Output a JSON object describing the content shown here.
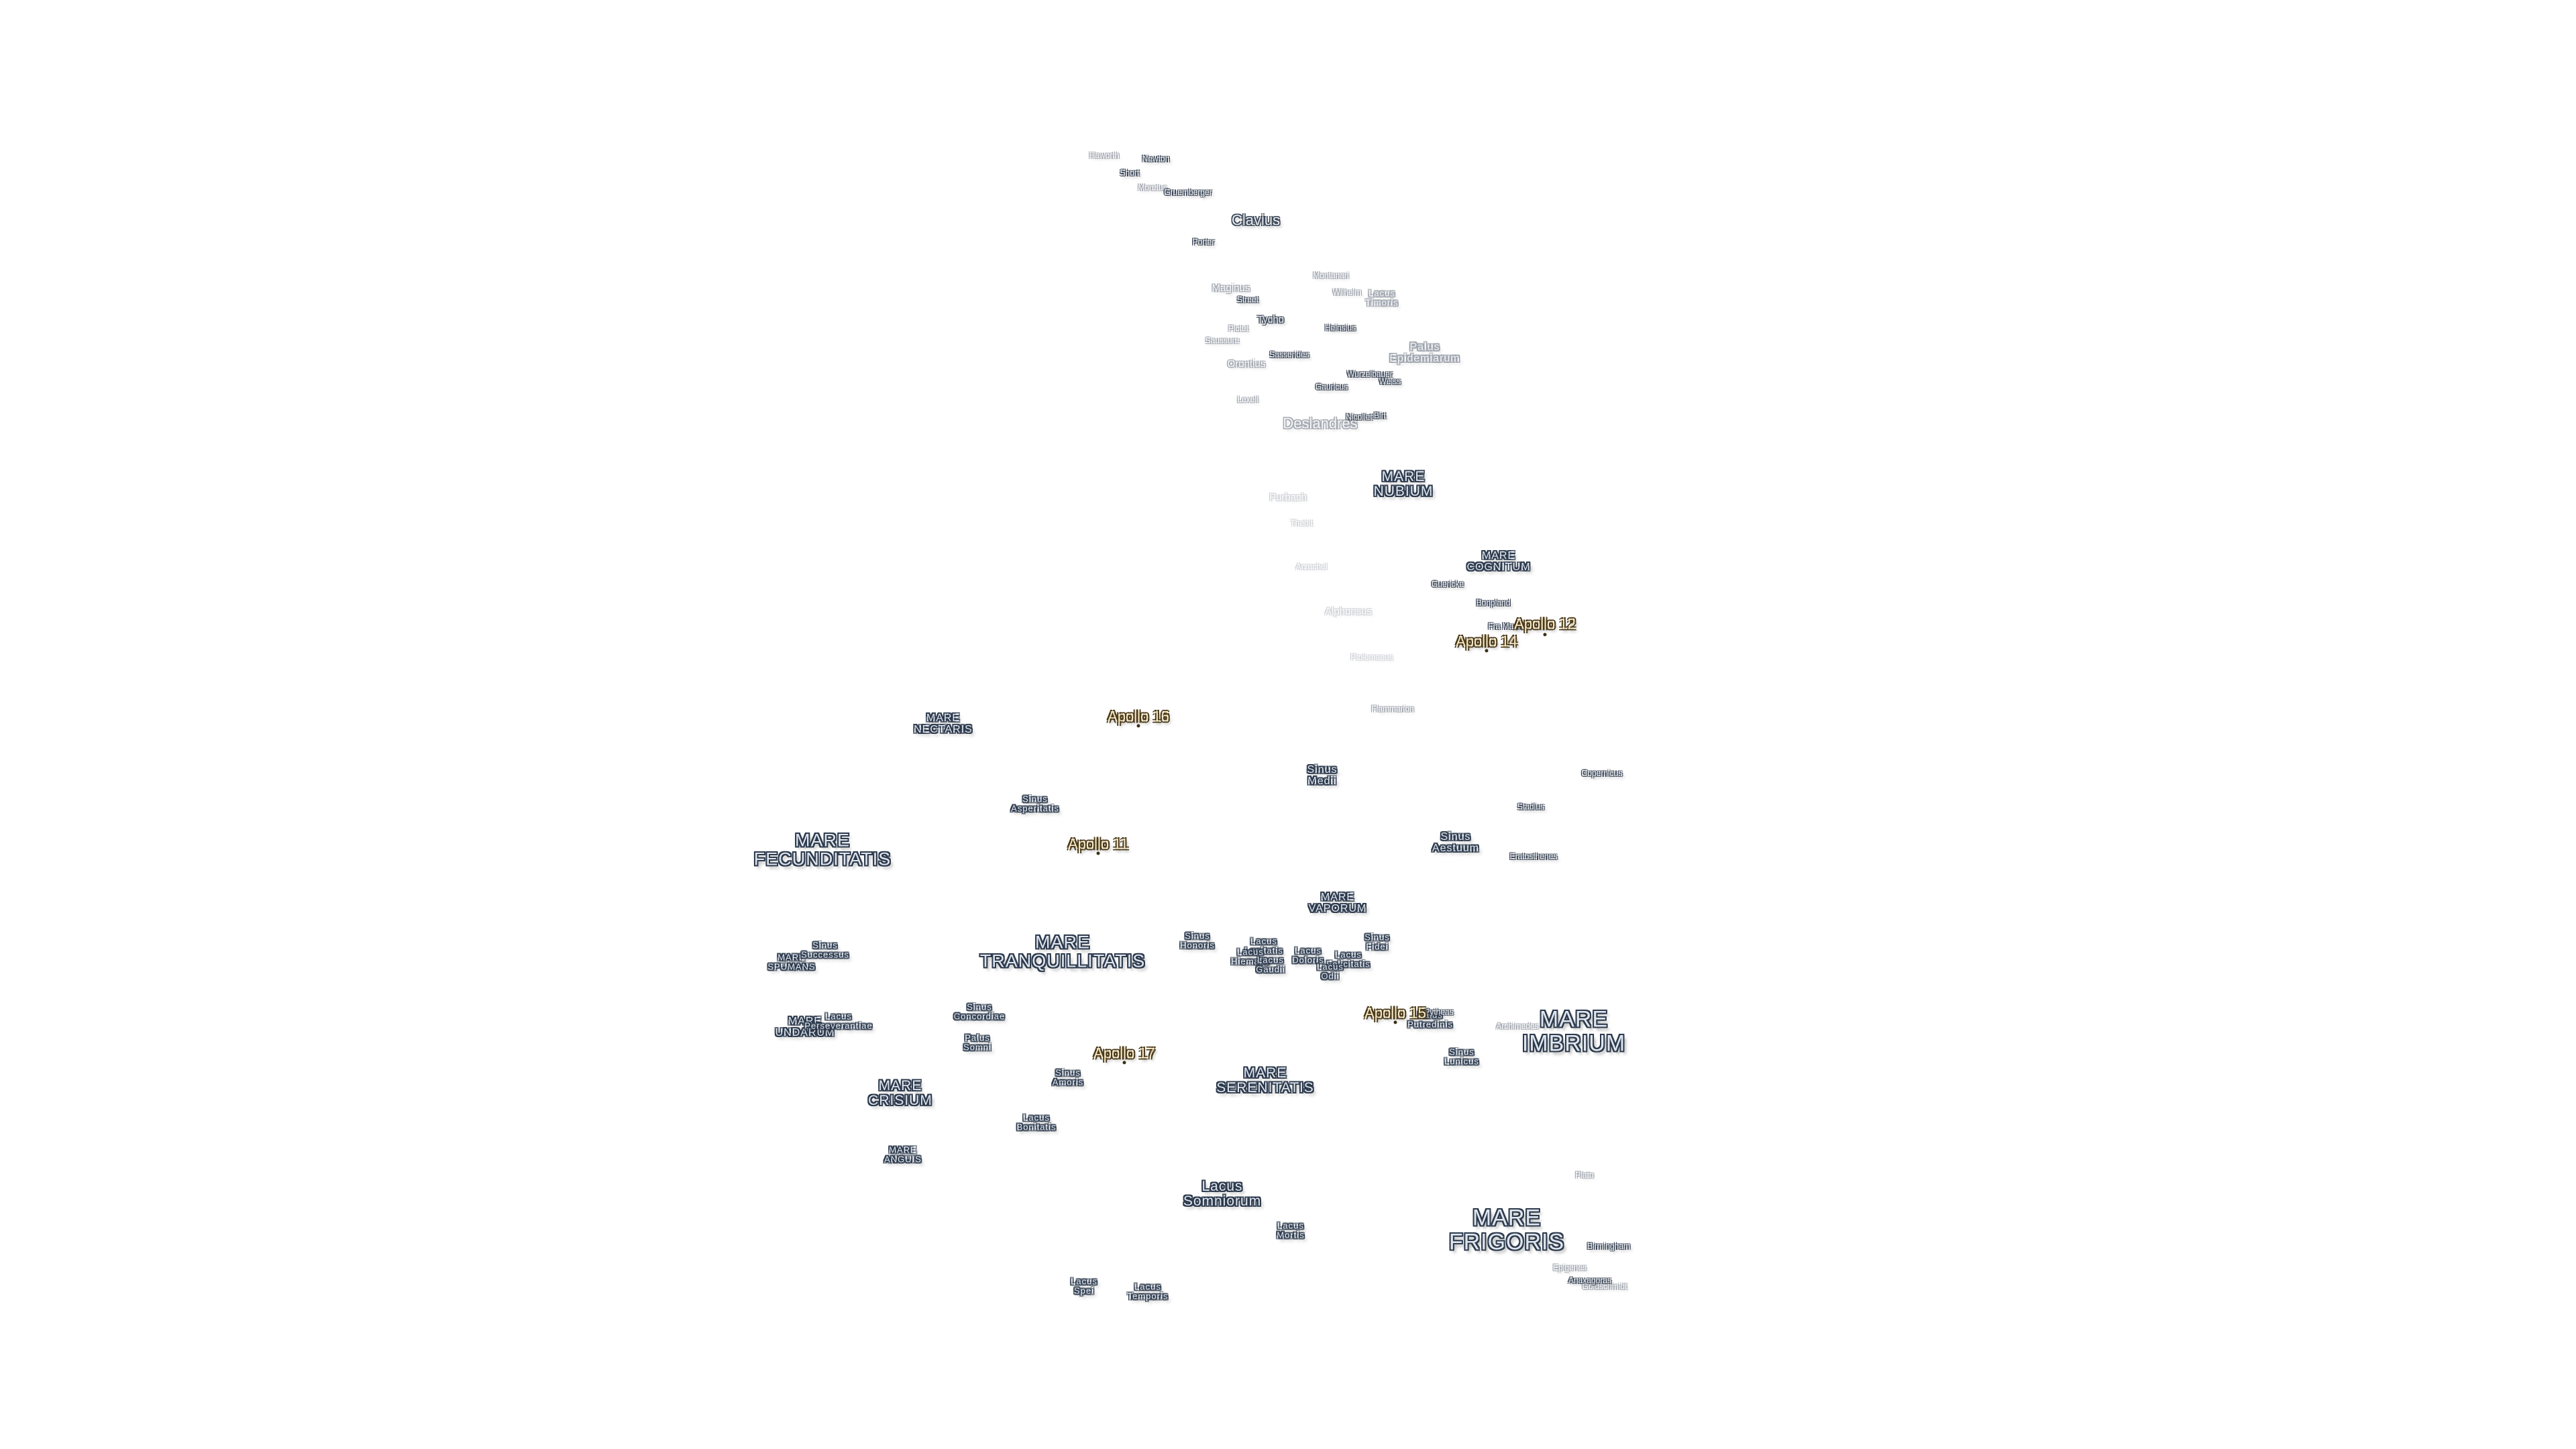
{
  "maria": [
    {
      "name": "MARE\nNUBIUM"
    },
    {
      "name": "MARE\nCOGNITUM"
    },
    {
      "name": "MARE\nNECTARIS"
    },
    {
      "name": "MARE\nFECUNDITATIS"
    },
    {
      "name": "MARE\nTRANQUILLITATIS"
    },
    {
      "name": "MARE\nVAPORUM"
    },
    {
      "name": "MARE\nIMBRIUM"
    },
    {
      "name": "MARE\nSERENITATIS"
    },
    {
      "name": "MARE\nCRISIUM"
    },
    {
      "name": "MARE\nSPUMANS"
    },
    {
      "name": "MARE\nUNDARUM"
    },
    {
      "name": "MARE\nANGUIS"
    },
    {
      "name": "MARE\nFRIGORIS"
    },
    {
      "name": "Sinus\nMedii"
    },
    {
      "name": "Sinus\nAestuum"
    },
    {
      "name": "Sinus\nAsperitatis"
    },
    {
      "name": "Sinus\nSuccessus"
    },
    {
      "name": "Sinus\nConcordiae"
    },
    {
      "name": "Palus\nSomni"
    },
    {
      "name": "Sinus\nAmoris"
    },
    {
      "name": "Lacus\nBonitatis"
    },
    {
      "name": "Lacus\nPerseverantiae"
    },
    {
      "name": "Sinus\nHonoris"
    },
    {
      "name": "Lacus\nLenitatis"
    },
    {
      "name": "Lacus\nHiemalis"
    },
    {
      "name": "Lacus\nGaudii"
    },
    {
      "name": "Lacus\nDoloris"
    },
    {
      "name": "Lacus\nFelicitatis"
    },
    {
      "name": "Lacus\nOdii"
    },
    {
      "name": "Sinus\nFidei"
    },
    {
      "name": "Palus\nPutredinis"
    },
    {
      "name": "Sinus\nLunicus"
    },
    {
      "name": "Lacus\nSomniorum"
    },
    {
      "name": "Lacus\nMortis"
    },
    {
      "name": "Lacus\nSpei"
    },
    {
      "name": "Lacus\nTemporis"
    },
    {
      "name": "Palus\nEpidemiarum"
    },
    {
      "name": "Lacus\nTimoris"
    }
  ],
  "craters": [
    {
      "name": "Newton"
    },
    {
      "name": "Short"
    },
    {
      "name": "Moretus"
    },
    {
      "name": "Gruemberger"
    },
    {
      "name": "Clavius"
    },
    {
      "name": "Porter"
    },
    {
      "name": "Montanari"
    },
    {
      "name": "Maginus"
    },
    {
      "name": "Street"
    },
    {
      "name": "Wilhelm"
    },
    {
      "name": "Tycho"
    },
    {
      "name": "Pictet"
    },
    {
      "name": "Heinsius"
    },
    {
      "name": "Sasserides"
    },
    {
      "name": "Wurzelbauer"
    },
    {
      "name": "Weiss"
    },
    {
      "name": "Gauricus"
    },
    {
      "name": "Nicollet"
    },
    {
      "name": "Birt"
    },
    {
      "name": "Guericke"
    },
    {
      "name": "Bonpland"
    },
    {
      "name": "Fra Mauro"
    },
    {
      "name": "Copernicus"
    },
    {
      "name": "Stadius"
    },
    {
      "name": "Eratosthenes"
    },
    {
      "name": "Pytheas"
    },
    {
      "name": "Plato"
    },
    {
      "name": "Birmingham"
    },
    {
      "name": "Anaxagoras"
    },
    {
      "name": "Epigenes"
    }
  ],
  "faded_craters": [
    {
      "name": "Haworth"
    },
    {
      "name": "Saussure"
    },
    {
      "name": "Orontius"
    },
    {
      "name": "Lexell"
    },
    {
      "name": "Deslandres"
    },
    {
      "name": "Archimedes"
    },
    {
      "name": "Goldschmidt"
    }
  ],
  "faint_craters": [
    {
      "name": "Purbach"
    },
    {
      "name": "Thebit"
    },
    {
      "name": "Arzachel"
    },
    {
      "name": "Alphonsus"
    },
    {
      "name": "Ptolemaeus"
    },
    {
      "name": "Flammarion"
    }
  ],
  "apollo_sites": [
    {
      "name": "Apollo 12"
    },
    {
      "name": "Apollo 14"
    },
    {
      "name": "Apollo 16"
    },
    {
      "name": "Apollo 11"
    },
    {
      "name": "Apollo 15"
    },
    {
      "name": "Apollo 17"
    }
  ]
}
